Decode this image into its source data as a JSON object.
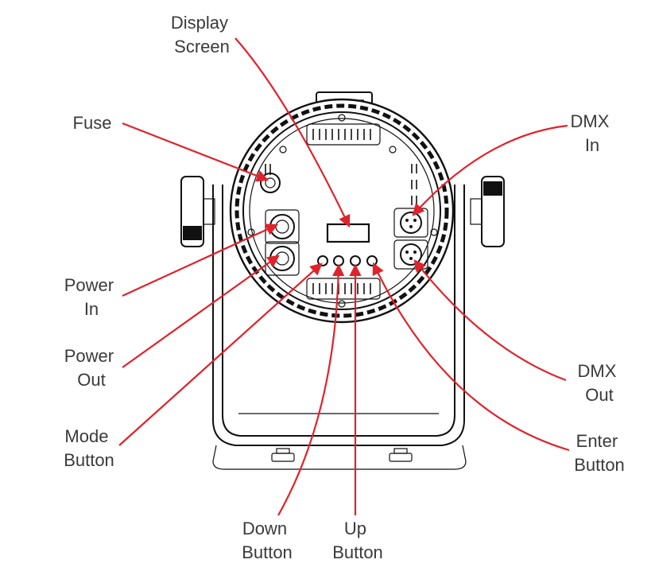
{
  "colors": {
    "callout": "#e0222b",
    "ink": "#111111",
    "label": "#3a3a3a"
  },
  "labels": {
    "display_screen": [
      "Display",
      "Screen"
    ],
    "fuse": [
      "Fuse"
    ],
    "dmx_in": [
      "DMX",
      "In"
    ],
    "power_in": [
      "Power",
      "In"
    ],
    "power_out": [
      "Power",
      "Out"
    ],
    "mode_button": [
      "Mode",
      "Button"
    ],
    "dmx_out": [
      "DMX",
      "Out"
    ],
    "enter_button": [
      "Enter",
      "Button"
    ],
    "down_button": [
      "Down",
      "Button"
    ],
    "up_button": [
      "Up",
      "Button"
    ]
  }
}
